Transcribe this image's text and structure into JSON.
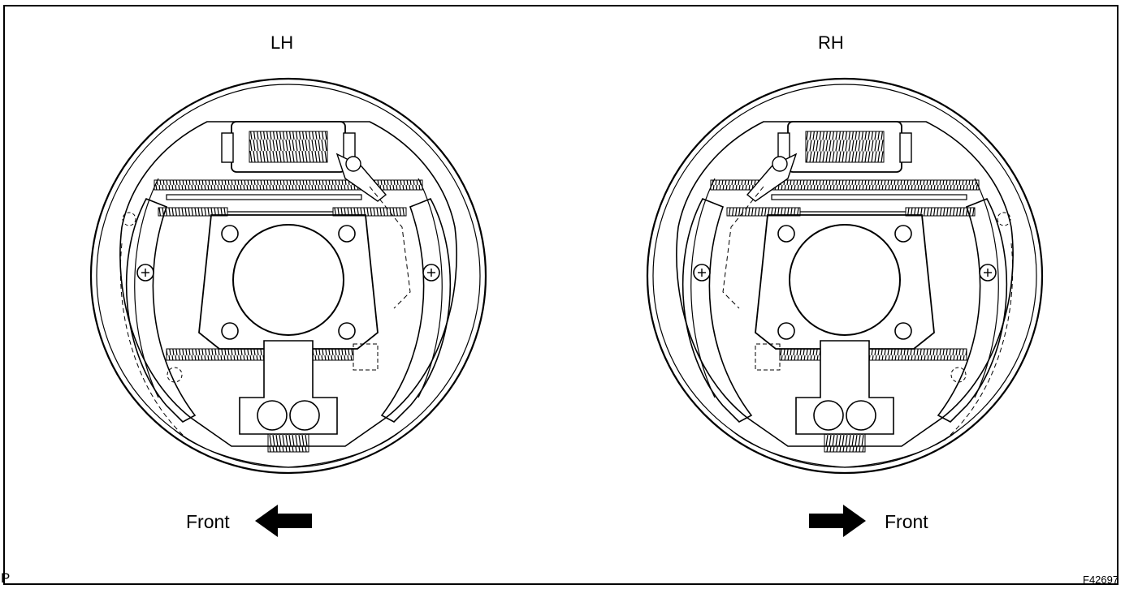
{
  "labels": {
    "left_side": "LH",
    "right_side": "RH",
    "front_left": "Front",
    "front_right": "Front",
    "corner_code": "P",
    "figure_code": "F42697"
  },
  "colors": {
    "ink": "#000000",
    "paper": "#ffffff"
  },
  "icons": {
    "left_arrow": "arrow-left-icon",
    "right_arrow": "arrow-right-icon"
  }
}
